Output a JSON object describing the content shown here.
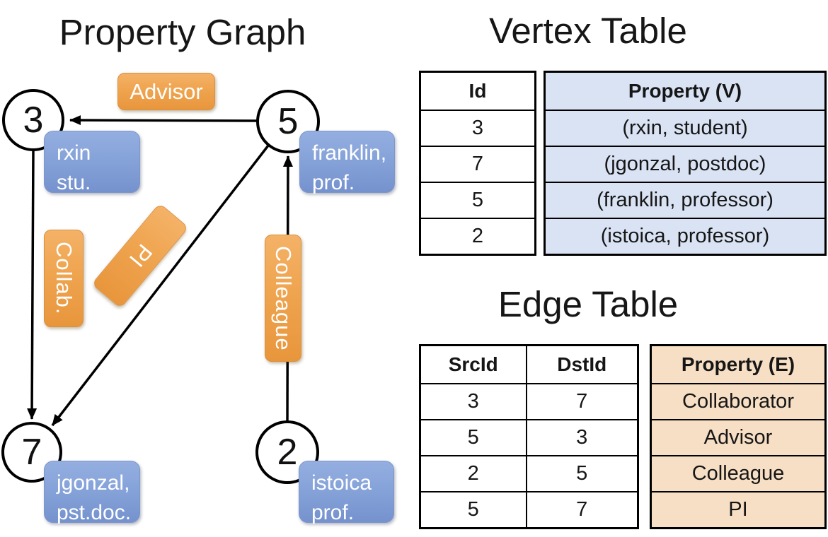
{
  "colors": {
    "edge_label_orange_top": "#F4B267",
    "edge_label_orange_bottom": "#E8963C",
    "vertex_box_blue_top": "#94AEE0",
    "vertex_box_blue_bottom": "#7592CE",
    "vertex_property_column_bg": "#DAE3F4",
    "edge_property_column_bg": "#F7DFC5",
    "line_color": "#000000",
    "label_text": "#FFFFFF"
  },
  "graph": {
    "title": "Property Graph",
    "nodes": [
      {
        "id": "3",
        "lines": [
          "rxin",
          "stu."
        ]
      },
      {
        "id": "5",
        "lines": [
          "franklin,",
          "prof."
        ]
      },
      {
        "id": "7",
        "lines": [
          "jgonzal,",
          "pst.doc."
        ]
      },
      {
        "id": "2",
        "lines": [
          "istoica",
          "prof."
        ]
      }
    ],
    "edges": [
      {
        "label": "Advisor",
        "src": "5",
        "dst": "3"
      },
      {
        "label": "Collab.",
        "src": "3",
        "dst": "7"
      },
      {
        "label": "PI",
        "src": "5",
        "dst": "7"
      },
      {
        "label": "Colleague",
        "src": "2",
        "dst": "5"
      }
    ]
  },
  "vertex_table": {
    "title": "Vertex Table",
    "columns": [
      "Id",
      "Property (V)"
    ],
    "rows": [
      [
        "3",
        "(rxin, student)"
      ],
      [
        "7",
        "(jgonzal, postdoc)"
      ],
      [
        "5",
        "(franklin, professor)"
      ],
      [
        "2",
        "(istoica, professor)"
      ]
    ]
  },
  "edge_table": {
    "title": "Edge Table",
    "columns": [
      "SrcId",
      "DstId",
      "Property (E)"
    ],
    "rows": [
      [
        "3",
        "7",
        "Collaborator"
      ],
      [
        "5",
        "3",
        "Advisor"
      ],
      [
        "2",
        "5",
        "Colleague"
      ],
      [
        "5",
        "7",
        "PI"
      ]
    ]
  }
}
